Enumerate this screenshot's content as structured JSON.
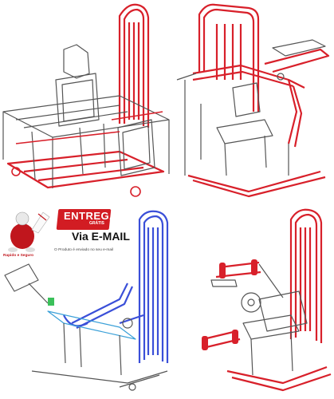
{
  "badge": {
    "title": "ENTREGA",
    "subtitle": "GRÁTIS",
    "method": "Via E-MAIL",
    "note": "O Produto é enviado no seu e-mail",
    "mascot_caption": "Rapido e Seguro"
  },
  "colors": {
    "red_frame": "#d8202a",
    "blue_frame": "#3a4fd8",
    "outline": "#555555",
    "badge_red": "#d21c23"
  },
  "illustrations": [
    {
      "name": "leg-press-machine",
      "frame_color": "red"
    },
    {
      "name": "chair-press-machine",
      "frame_color": "red"
    },
    {
      "name": "incline-press-machine",
      "frame_color": "blue"
    },
    {
      "name": "leg-extension-machine",
      "frame_color": "red"
    }
  ]
}
